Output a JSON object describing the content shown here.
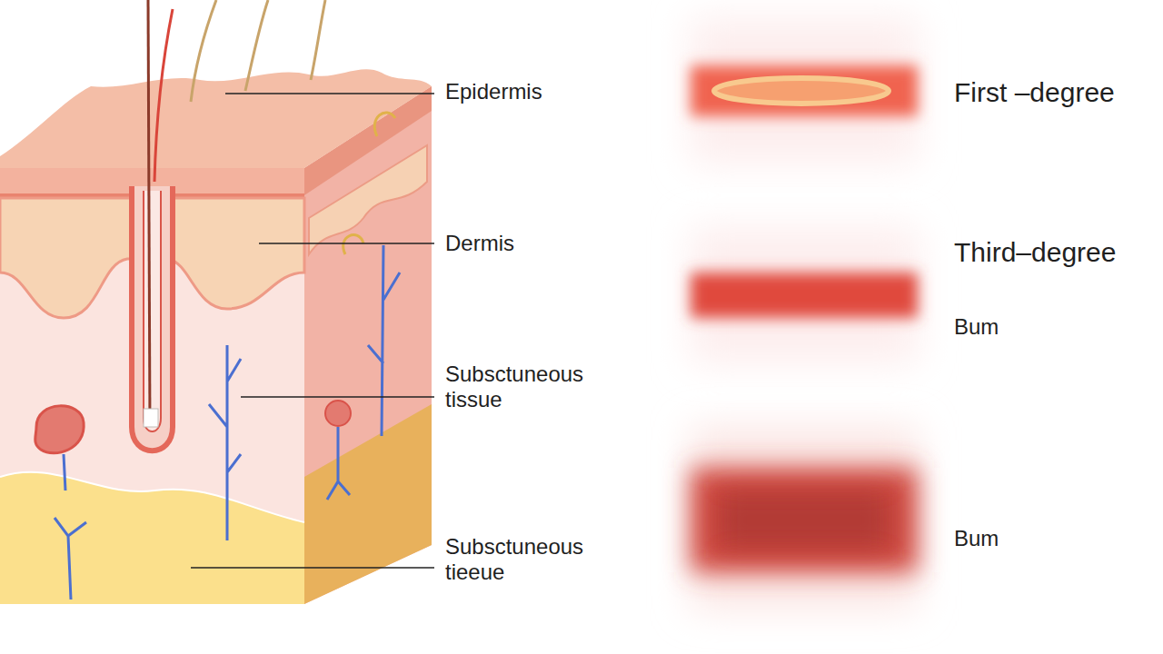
{
  "diagram": {
    "labels": [
      "Epidermis",
      "Dermis",
      "Subsctuneous tissue",
      "Subsctuneous tieeue",
      "First –degree",
      "Third–degree",
      "Bum",
      "Bum"
    ]
  }
}
